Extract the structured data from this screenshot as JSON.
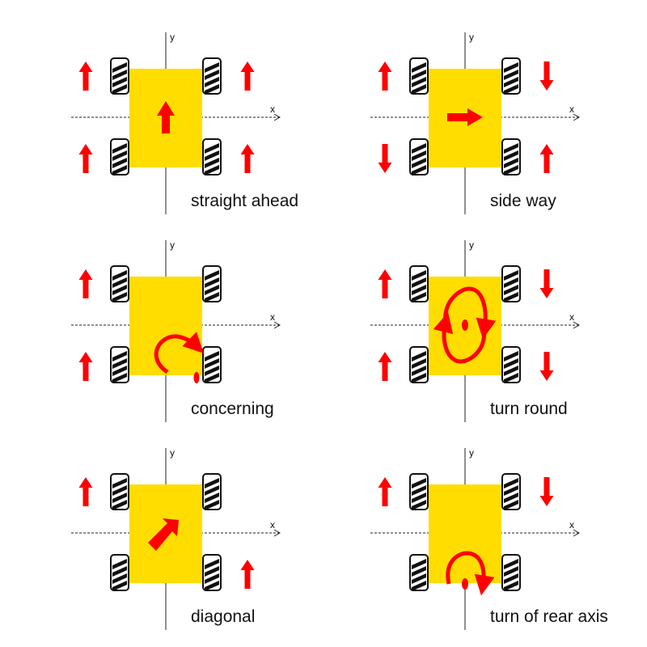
{
  "colors": {
    "body": "#ffdd00",
    "arrow": "#ff0000",
    "wheel_fill": "#ffffff",
    "wheel_stroke": "#111111",
    "axis": "#222222"
  },
  "axis_labels": {
    "x": "x",
    "y": "y"
  },
  "panels": [
    {
      "id": "straight-ahead",
      "caption": "straight ahead",
      "wheel_directions": {
        "front_left": "up",
        "front_right": "up",
        "rear_left": "up",
        "rear_right": "up"
      },
      "body_motion": "arrow-up"
    },
    {
      "id": "side-way",
      "caption": "side way",
      "wheel_directions": {
        "front_left": "up",
        "front_right": "down",
        "rear_left": "down",
        "rear_right": "up"
      },
      "body_motion": "arrow-right"
    },
    {
      "id": "concerning",
      "caption": "concerning",
      "wheel_directions": {
        "front_left": "up",
        "front_right": "none",
        "rear_left": "up",
        "rear_right": "none"
      },
      "body_motion": "pivot-rear-right"
    },
    {
      "id": "turn-round",
      "caption": "turn round",
      "wheel_directions": {
        "front_left": "up",
        "front_right": "down",
        "rear_left": "up",
        "rear_right": "down"
      },
      "body_motion": "rotate-center"
    },
    {
      "id": "diagonal",
      "caption": "diagonal",
      "wheel_directions": {
        "front_left": "up",
        "front_right": "none",
        "rear_left": "none",
        "rear_right": "up"
      },
      "body_motion": "arrow-diagonal"
    },
    {
      "id": "turn-of-rear-axis",
      "caption": "turn of rear axis",
      "wheel_directions": {
        "front_left": "up",
        "front_right": "down",
        "rear_left": "none",
        "rear_right": "none"
      },
      "body_motion": "rotate-rear-axis"
    }
  ]
}
